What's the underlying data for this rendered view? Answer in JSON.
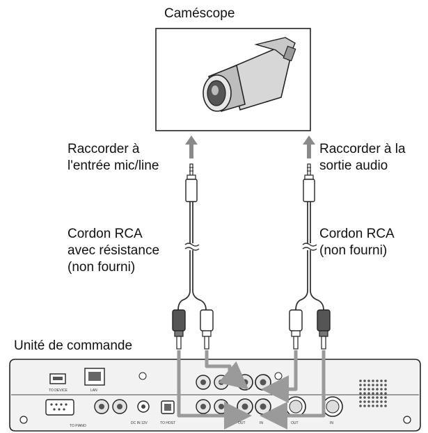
{
  "camcorder": {
    "title": "Caméscope"
  },
  "connections": {
    "left": {
      "line1": "Raccorder à",
      "line2": "l'entrée mic/line"
    },
    "right": {
      "line1": "Raccorder à la",
      "line2": "sortie audio"
    }
  },
  "cords": {
    "left": {
      "line1": "Cordon RCA",
      "line2": "avec résistance",
      "line3": "(non fourni)"
    },
    "right": {
      "line1": "Cordon RCA",
      "line2": "(non fourni)"
    }
  },
  "control_unit": {
    "title": "Unité de commande",
    "ports": {
      "usb_device": "TO DEVICE",
      "lan": "LAN",
      "to_piano": "TO PIANO",
      "dc_in": "DC IN 12V",
      "to_host": "TO HOST",
      "out": "OUT",
      "in": "IN"
    }
  },
  "colors": {
    "accent_arrow": "#8a8a8a",
    "device_fill": "#f2f2f2",
    "cable": "#333333"
  }
}
